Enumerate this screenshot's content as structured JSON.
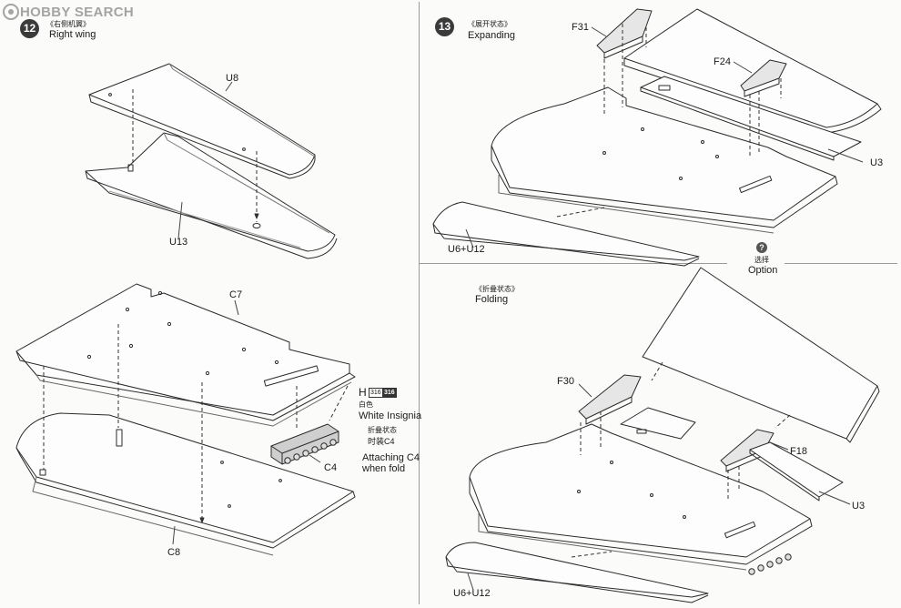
{
  "watermark": {
    "brand": "HOBBY SEARCH"
  },
  "step12": {
    "number": "12",
    "title_cn": "《右侧机翼》",
    "title_en": "Right wing",
    "parts": {
      "u8": "U8",
      "u13": "U13",
      "c7": "C7",
      "c8": "C8",
      "c4": "C4"
    },
    "paint": {
      "code": "H",
      "chip1": "316",
      "chip2": "316",
      "color_cn": "白色",
      "color_en": "White Insignia"
    },
    "note_cn_line1": "折叠状态",
    "note_cn_line2": "时装C4",
    "note_en_line1": "Attaching C4",
    "note_en_line2": "when fold"
  },
  "step13": {
    "number": "13",
    "expanding_cn": "《展开状态》",
    "expanding_en": "Expanding",
    "folding_cn": "《折叠状态》",
    "folding_en": "Folding",
    "option_icon": "?",
    "option_cn": "选择",
    "option_en": "Option",
    "parts": {
      "f31": "F31",
      "f24": "F24",
      "u3_top": "U3",
      "u6u12_top": "U6+U12",
      "f30": "F30",
      "f18": "F18",
      "u3_bottom": "U3",
      "u6u12_bottom": "U6+U12"
    }
  }
}
